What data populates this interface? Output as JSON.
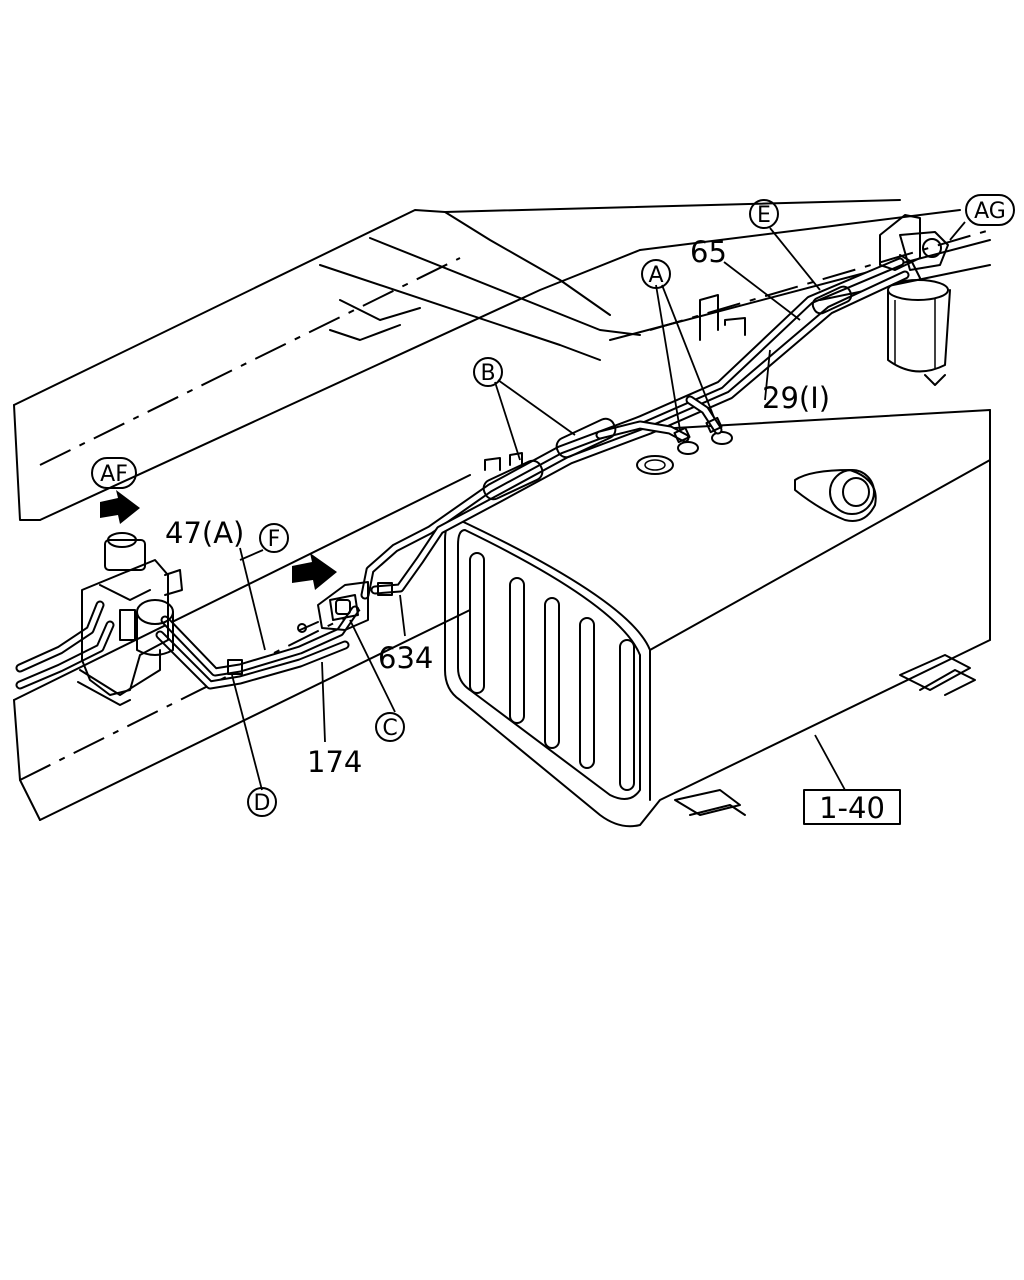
{
  "labels": {
    "part_65": "65",
    "part_29": "29(I)",
    "part_47": "47(A)",
    "part_634": "634",
    "part_174": "174",
    "ref_box": "1-40"
  },
  "callouts": {
    "A": "A",
    "B": "B",
    "C": "C",
    "D": "D",
    "E": "E",
    "F": "F",
    "AF": "AF",
    "AG": "AG"
  }
}
